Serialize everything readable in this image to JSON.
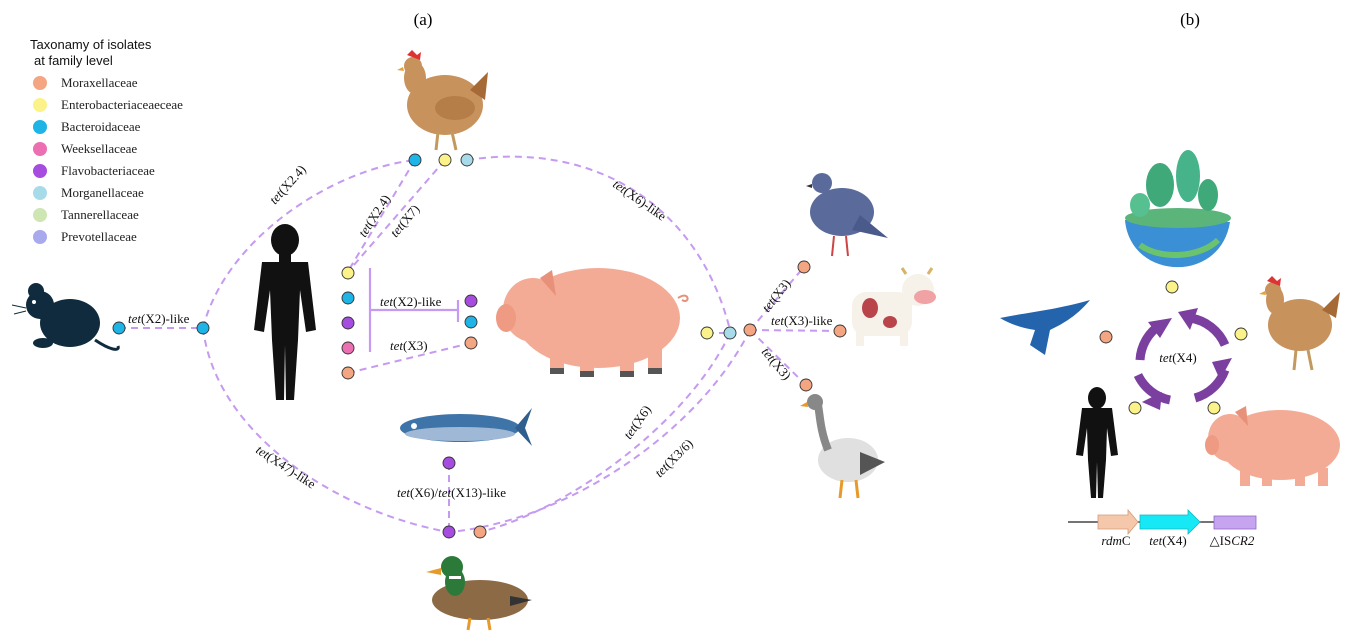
{
  "panel_a_label": "(a)",
  "panel_b_label": "(b)",
  "legend": {
    "title_line1": "Taxonamy of isolates",
    "title_line2": "at family level",
    "items": [
      {
        "label": "Moraxellaceae",
        "color": "#f4a582"
      },
      {
        "label": "Enterobacteriaceaeceae",
        "color": "#fbf28a"
      },
      {
        "label": "Bacteroidaceae",
        "color": "#1eb4e6"
      },
      {
        "label": "Weeksellaceae",
        "color": "#ec6fb1"
      },
      {
        "label": "Flavobacteriaceae",
        "color": "#a64de0"
      },
      {
        "label": "Morganellaceae",
        "color": "#a8dbea"
      },
      {
        "label": "Tannerellaceae",
        "color": "#cde6b4"
      },
      {
        "label": "Prevotellaceae",
        "color": "#a9a9ee"
      }
    ]
  },
  "edge_labels": {
    "mouse_human": {
      "gene": "tet",
      "rest": "(X2)-like"
    },
    "chicken_left": {
      "gene": "tet",
      "rest": "(X2.4)"
    },
    "chicken_human_1": {
      "gene": "tet",
      "rest": "(X2.4)"
    },
    "chicken_human_2": {
      "gene": "tet",
      "rest": "(X7)"
    },
    "chicken_pig": {
      "gene": "tet",
      "rest": "(X6)-like"
    },
    "human_pig_1": {
      "gene": "tet",
      "rest": "(X2)-like"
    },
    "human_pig_2": {
      "gene": "tet",
      "rest": "(X3)"
    },
    "pig_pigeon": {
      "gene": "tet",
      "rest": "(X3)"
    },
    "pig_cow": {
      "gene": "tet",
      "rest": "(X3)-like"
    },
    "pig_goose": {
      "gene": "tet",
      "rest": "(X3)"
    },
    "pig_duck_1": {
      "gene": "tet",
      "rest": "(X6)"
    },
    "pig_duck_2": {
      "gene": "tet",
      "rest": "(X3/6)"
    },
    "mouse_duck": {
      "gene": "tet",
      "rest": "(X47)-like"
    },
    "fish_duck": {
      "gene1": "tet",
      "mid": "(X6)/",
      "gene2": "tet",
      "rest": "(X13)-like"
    }
  },
  "panel_b": {
    "center_gene": {
      "gene": "tet",
      "rest": "(X4)"
    },
    "construct": {
      "gene1": {
        "italic": "rdm",
        "plain": "C"
      },
      "gene2": {
        "italic": "tet",
        "plain": "(X4)"
      },
      "gene3": {
        "plain": "△IS",
        "italic": "CR2"
      }
    },
    "colors": {
      "cycle": "#7b3fa0",
      "rdmC": "#f6c8ab",
      "tetX4": "#17e8f5",
      "iscr2": "#c6a4f0"
    }
  }
}
